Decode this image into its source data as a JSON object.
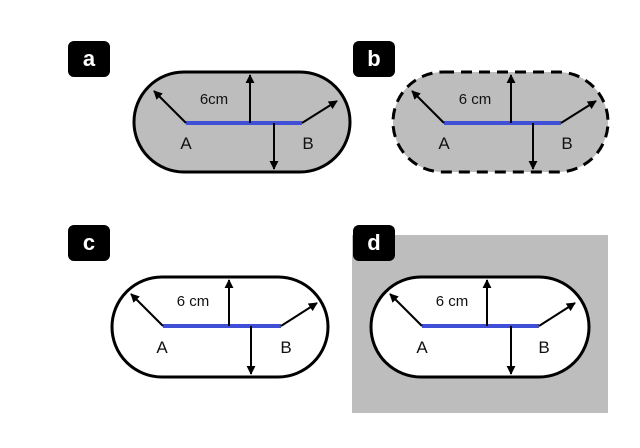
{
  "colors": {
    "ink": "#000000",
    "segment": "#3f4fd6",
    "gray_fill": "#bdbdbd",
    "white_fill": "#ffffff",
    "badge_bg": "#000000"
  },
  "panels": [
    {
      "id": "a",
      "label": "a",
      "dimension": "6cm",
      "point_a": "A",
      "point_b": "B",
      "shape_fill": "gray",
      "boundary": "solid",
      "outside_fill": "none"
    },
    {
      "id": "b",
      "label": "b",
      "dimension": "6 cm",
      "point_a": "A",
      "point_b": "B",
      "shape_fill": "gray",
      "boundary": "dashed",
      "outside_fill": "none"
    },
    {
      "id": "c",
      "label": "c",
      "dimension": "6 cm",
      "point_a": "A",
      "point_b": "B",
      "shape_fill": "white",
      "boundary": "solid",
      "outside_fill": "none"
    },
    {
      "id": "d",
      "label": "d",
      "dimension": "6 cm",
      "point_a": "A",
      "point_b": "B",
      "shape_fill": "white",
      "boundary": "solid",
      "outside_fill": "gray"
    }
  ]
}
